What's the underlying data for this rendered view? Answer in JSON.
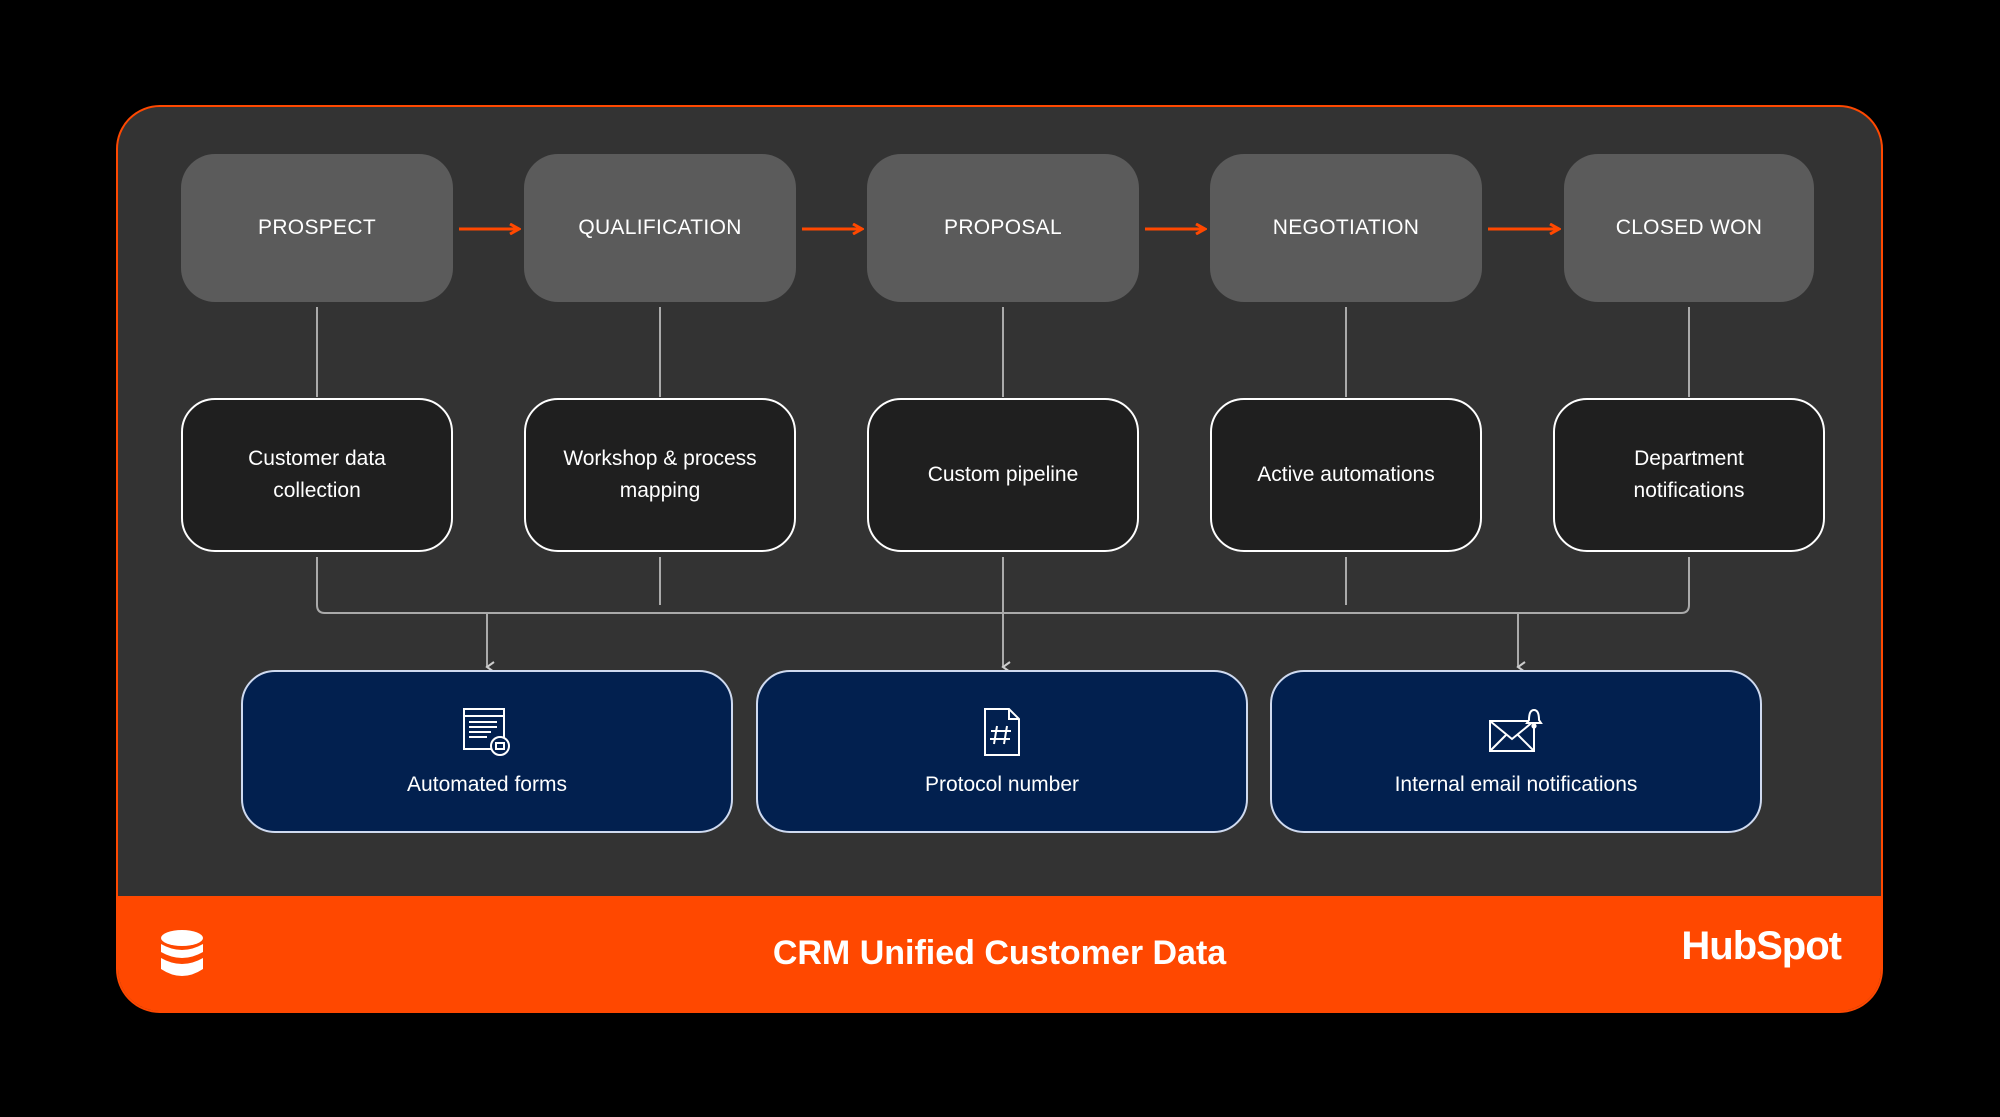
{
  "stages": [
    {
      "label": "PROSPECT"
    },
    {
      "label": "QUALIFICATION"
    },
    {
      "label": "PROPOSAL"
    },
    {
      "label": "NEGOTIATION"
    },
    {
      "label": "CLOSED WON"
    }
  ],
  "steps": [
    {
      "label": "Customer data collection"
    },
    {
      "label": "Workshop & process mapping"
    },
    {
      "label": "Custom pipeline"
    },
    {
      "label": "Active automations"
    },
    {
      "label": "Department notifications"
    }
  ],
  "outputs": [
    {
      "label": "Automated forms",
      "icon": "form-icon"
    },
    {
      "label": "Protocol number",
      "icon": "document-hash-icon"
    },
    {
      "label": "Internal email notifications",
      "icon": "email-bell-icon"
    }
  ],
  "footer": {
    "title": "CRM Unified Customer Data",
    "icon": "database-icon",
    "logo": "HubSpot"
  },
  "colors": {
    "accent": "#ff4800",
    "panel": "#333333",
    "stage": "#5b5b5b",
    "output": "#02204f"
  }
}
